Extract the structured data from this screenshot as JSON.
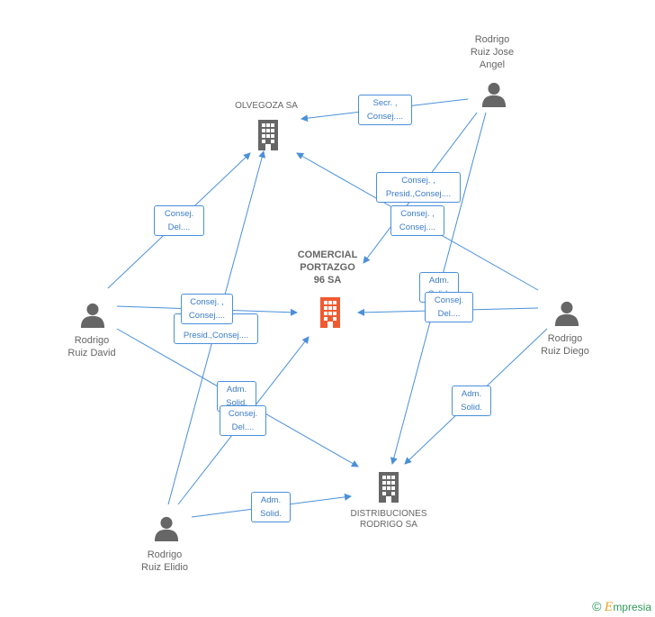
{
  "nodes": {
    "olvegoza": {
      "label": "OLVEGOZA SA",
      "type": "company"
    },
    "comercial": {
      "label": "COMERCIAL\nPORTAZGO\n96 SA",
      "type": "focus-company"
    },
    "distribuciones": {
      "label": "DISTRIBUCIONES\nRODRIGO SA",
      "type": "company"
    },
    "jose_angel": {
      "label": "Rodrigo\nRuiz Jose\nAngel",
      "type": "person"
    },
    "david": {
      "label": "Rodrigo\nRuiz David",
      "type": "person"
    },
    "diego": {
      "label": "Rodrigo\nRuiz Diego",
      "type": "person"
    },
    "elidio": {
      "label": "Rodrigo\nRuiz Elidio",
      "type": "person"
    }
  },
  "roles": {
    "r1": "Secr. ,\nConsej....",
    "r2": "Consej. ,\nPresid.,Consej....",
    "r3": "Consej. ,\nConsej....",
    "r4": "Consej.\nDel....",
    "r5": "Consej. ,\nConsej....",
    "r6": "Presid.,Consej....",
    "r7": "Adm.\nSolid.",
    "r8": "Consej.\nDel....",
    "r9": "Adm.\nSolid.",
    "r10": "Consej.\nDel....",
    "r11": "Adm.\nSolid.",
    "r12": "Adm.\nSolid."
  },
  "colors": {
    "edge": "#4a90d9",
    "company_icon": "#666666",
    "focus_icon": "#f05a30",
    "person_icon": "#666666"
  },
  "brand": {
    "copyright": "©",
    "first": "E",
    "rest": "mpresia"
  }
}
